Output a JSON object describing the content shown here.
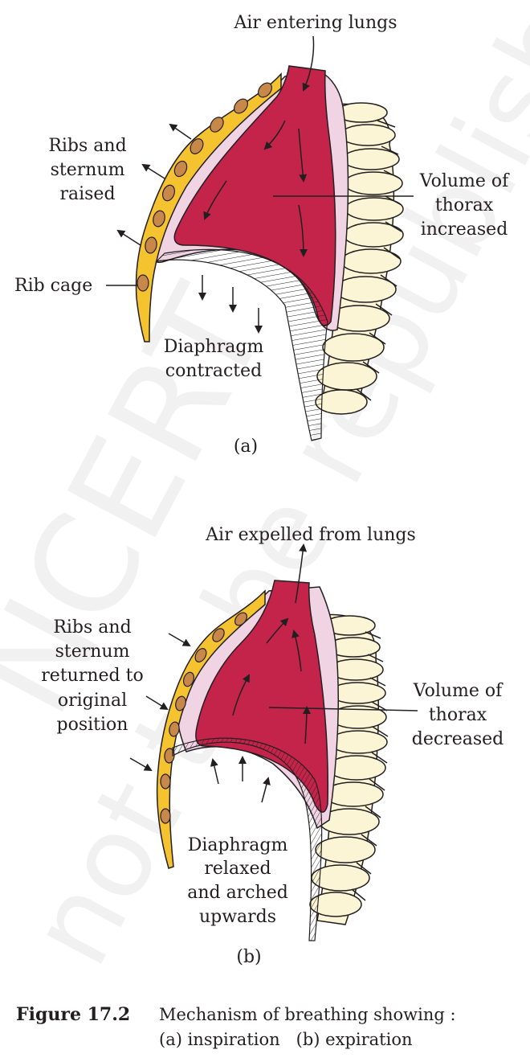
{
  "watermark": {
    "line1": "NCERT",
    "line2": "not to be republished"
  },
  "panel_a": {
    "air_label": "Air entering lungs",
    "ribs_label": [
      "Ribs and",
      "sternum",
      "raised"
    ],
    "ribcage_label": "Rib cage",
    "volume_label": [
      "Volume of",
      "thorax",
      "increased"
    ],
    "diaphragm_label": [
      "Diaphragm",
      "contracted"
    ],
    "panel_tag": "(a)"
  },
  "panel_b": {
    "air_label": "Air expelled from lungs",
    "ribs_label": [
      "Ribs and",
      "sternum",
      "returned to",
      "original",
      "position"
    ],
    "volume_label": [
      "Volume of",
      "thorax",
      "decreased"
    ],
    "diaphragm_label": [
      "Diaphragm",
      "relaxed",
      "and arched",
      "upwards"
    ],
    "panel_tag": "(b)"
  },
  "caption": {
    "figure_number": "Figure 17.2",
    "line1": "Mechanism of breathing showing :",
    "line2": "(a) inspiration   (b) expiration"
  },
  "colors": {
    "lung": "#c4234a",
    "pleura": "#f0d4e4",
    "ribs": "#f5c230",
    "rib_holes": "#c8884a",
    "spine": "#fbf5d6",
    "outline": "#231f20"
  }
}
